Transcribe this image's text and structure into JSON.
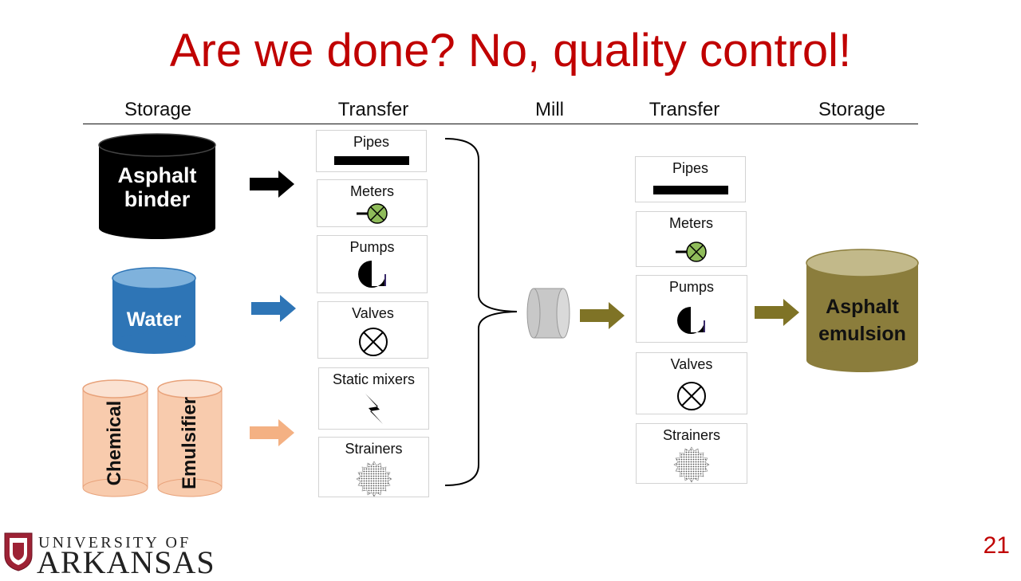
{
  "slide": {
    "title": "Are we done? No, quality control!",
    "page_number": "21"
  },
  "columns": {
    "storage_left": "Storage",
    "transfer_left": "Transfer",
    "mill": "Mill",
    "transfer_right": "Transfer",
    "storage_right": "Storage"
  },
  "inputs": {
    "asphalt": {
      "line1": "Asphalt",
      "line2": "binder"
    },
    "water": "Water",
    "chemical": "Chemical",
    "emulsifier": "Emulsifier"
  },
  "transfer_left": [
    "Pipes",
    "Meters",
    "Pumps",
    "Valves",
    "Static mixers",
    "Strainers"
  ],
  "transfer_right": [
    "Pipes",
    "Meters",
    "Pumps",
    "Valves",
    "Strainers"
  ],
  "output": {
    "line1": "Asphalt",
    "line2": "emulsion"
  },
  "logo": {
    "line1": "UNIVERSITY OF",
    "line2": "ARKANSAS"
  },
  "colors": {
    "title": "#c00000",
    "asphalt_binder": "#000000",
    "water": "#2e75b6",
    "chemical": "#f8cbad",
    "emulsion": "#8b7d3c",
    "olive_arrow": "#7f7326",
    "meter_green": "#8fbc5a",
    "mill_gray": "#c8c8c8"
  }
}
